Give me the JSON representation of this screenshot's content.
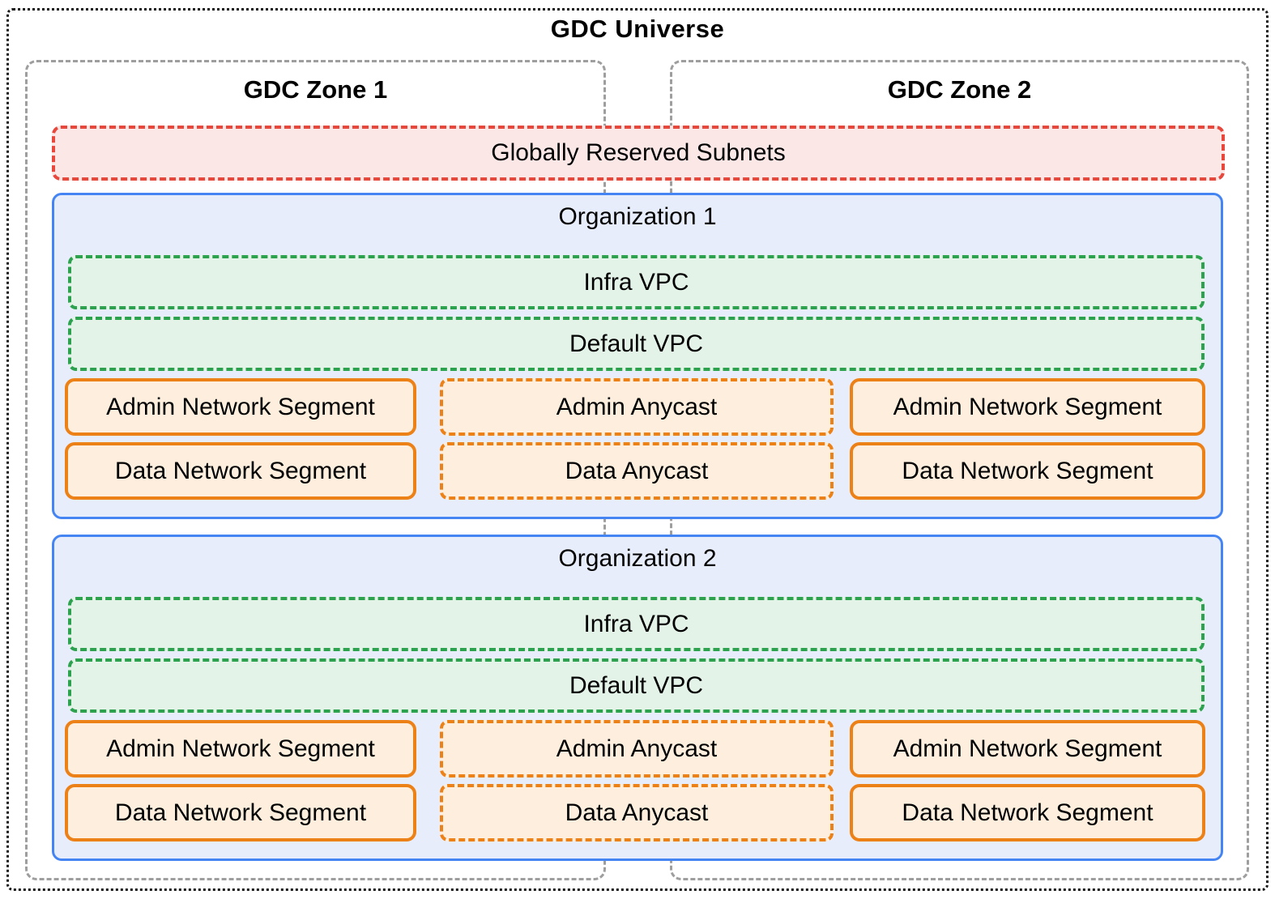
{
  "diagram": {
    "title": "GDC Universe"
  },
  "zones": [
    {
      "label": "GDC Zone 1"
    },
    {
      "label": "GDC Zone 2"
    }
  ],
  "globally_reserved_subnets": {
    "label": "Globally Reserved Subnets"
  },
  "organizations": [
    {
      "title": "Organization 1",
      "infra_vpc_label": "Infra VPC",
      "default_vpc_label": "Default VPC",
      "admin_row": {
        "left_segment": "Admin Network Segment",
        "anycast": "Admin Anycast",
        "right_segment": "Admin Network Segment"
      },
      "data_row": {
        "left_segment": "Data Network Segment",
        "anycast": "Data Anycast",
        "right_segment": "Data Network Segment"
      }
    },
    {
      "title": "Organization 2",
      "infra_vpc_label": "Infra VPC",
      "default_vpc_label": "Default VPC",
      "admin_row": {
        "left_segment": "Admin Network Segment",
        "anycast": "Admin Anycast",
        "right_segment": "Admin Network Segment"
      },
      "data_row": {
        "left_segment": "Data Network Segment",
        "anycast": "Data Anycast",
        "right_segment": "Data Network Segment"
      }
    }
  ],
  "colors": {
    "outer-border": "#1a1a1a",
    "zone-border": "#9e9e9e",
    "reserved-border": "#e8473b",
    "reserved-fill": "#fae7e6",
    "org-border": "#4484f3",
    "org-fill": "#e8edfc",
    "vpc-border": "#2ca14e",
    "vpc-fill": "#e3f3e8",
    "segment-border": "#ec8118",
    "segment-fill": "#fdeedd",
    "text": "#000000"
  }
}
